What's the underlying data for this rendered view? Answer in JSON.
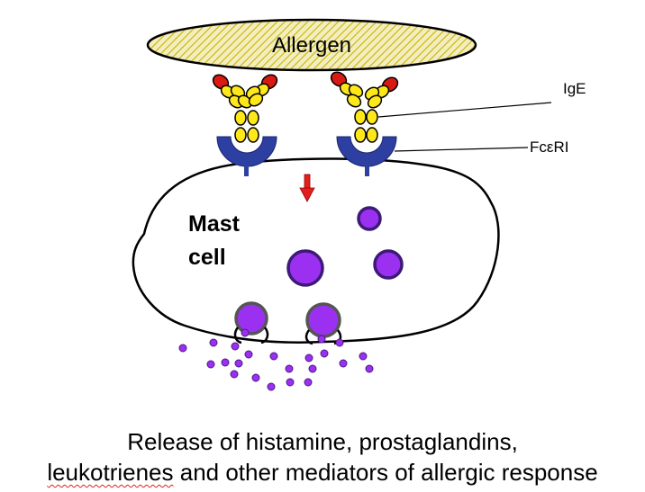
{
  "allergen": {
    "label": "Allergen"
  },
  "labels": {
    "ige": "IgE",
    "receptor": "FcεRI"
  },
  "cell": {
    "line1": "Mast",
    "line2": "cell"
  },
  "caption": {
    "line1": "Release of histamine, prostaglandins,",
    "line2_underlined": "leukotrienes",
    "line2_rest": " and other mediators of allergic response"
  },
  "colors": {
    "allergen_fill": "#f3eec0",
    "allergen_hatch": "#c8b400",
    "antibody_yellow": "#ffe81a",
    "antibody_red": "#d91a12",
    "receptor_blue": "#2d3fa0",
    "granule_purple": "#9b30f0",
    "granule_outline": "#3c1a78",
    "signal_arrow": "#e21f1f",
    "spellcheck_underline": "#d22222"
  }
}
